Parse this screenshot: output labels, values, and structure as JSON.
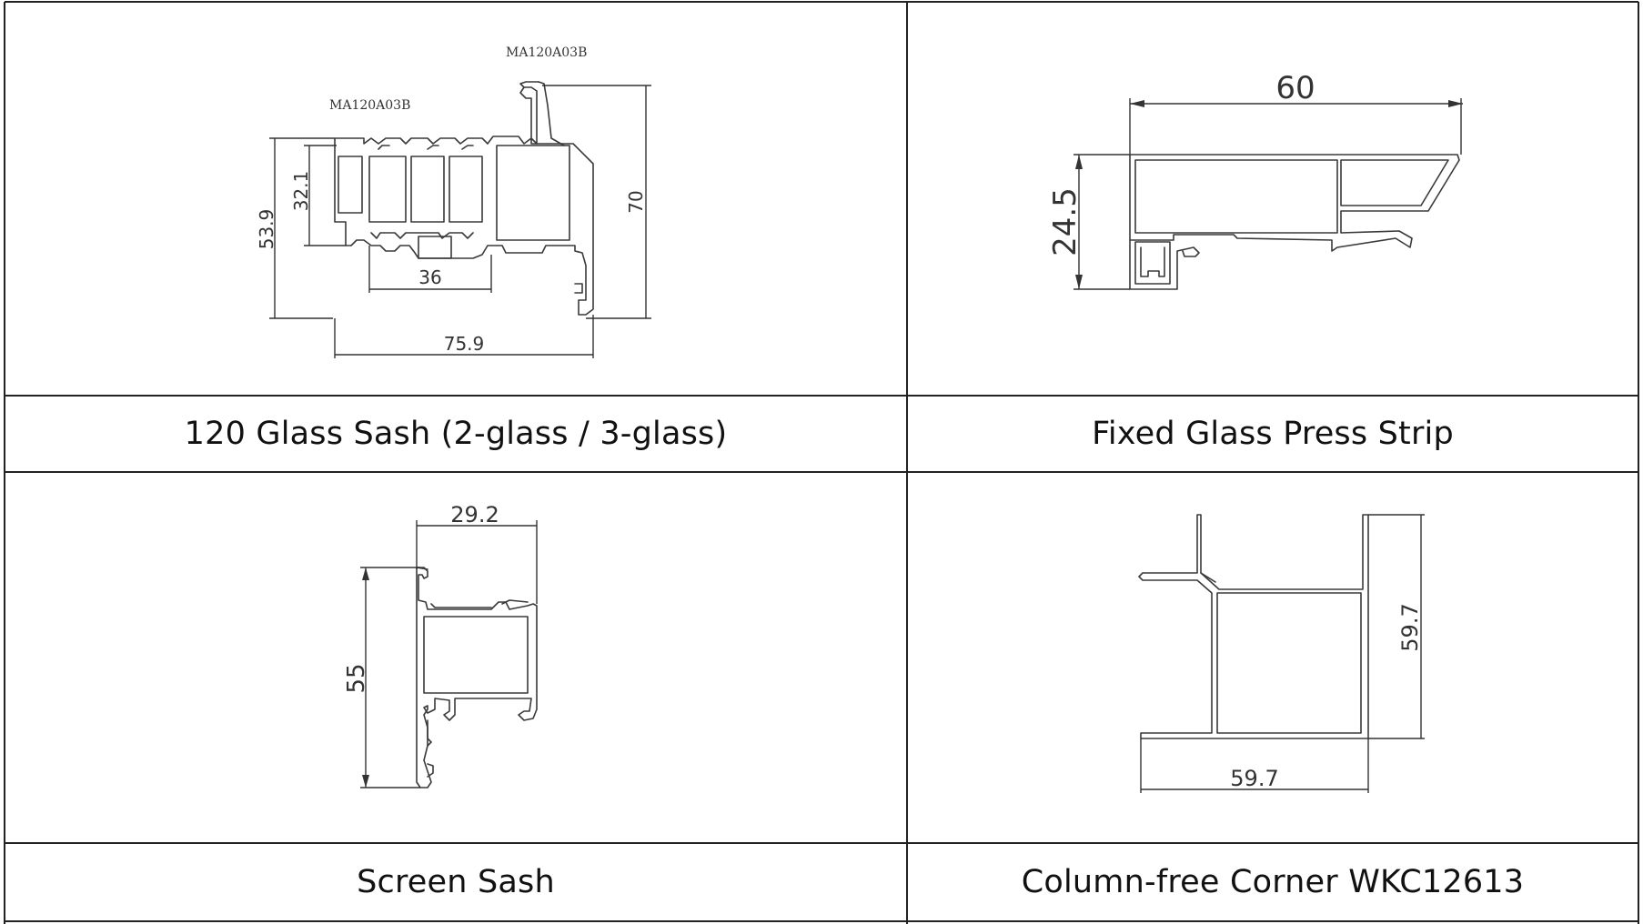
{
  "cells": [
    {
      "caption": "120 Glass Sash (2-glass / 3-glass)",
      "dimensions": {
        "outer_height": "53.9",
        "inner_height": "32.1",
        "inner_width": "36",
        "overall_width": "75.9",
        "overall_height": "70"
      },
      "part_codes": [
        "MA120A03B",
        "MA120A03B"
      ]
    },
    {
      "caption": "Fixed Glass Press Strip",
      "dimensions": {
        "width": "60",
        "height": "24.5"
      }
    },
    {
      "caption": "Screen Sash",
      "dimensions": {
        "width": "29.2",
        "height": "55"
      }
    },
    {
      "caption": "Column-free Corner WKC12613",
      "dimensions": {
        "width": "59.7",
        "height": "59.7"
      }
    }
  ]
}
